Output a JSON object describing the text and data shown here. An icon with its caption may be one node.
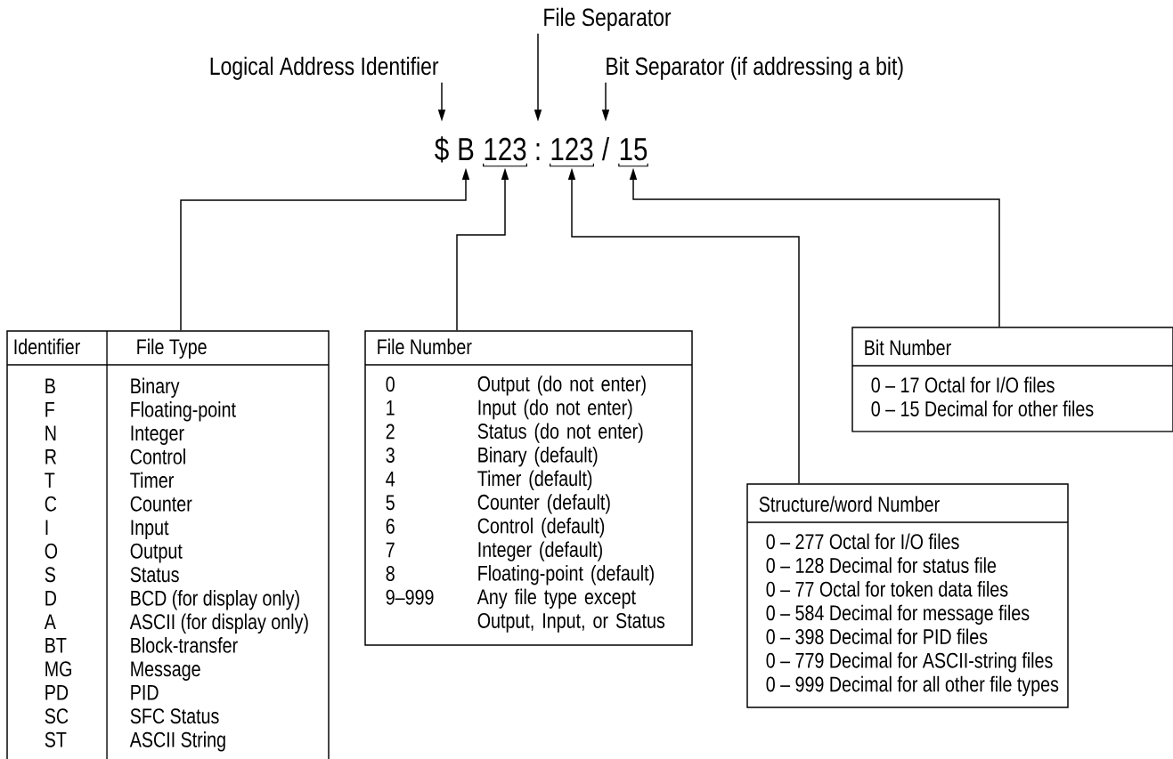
{
  "diagram": {
    "nodes": [
      {
        "text": [
          "Logical Address Identifier"
        ]
      },
      {
        "text": [
          "File Separator"
        ]
      },
      {
        "text": [
          "Bit Separator (if addressing a bit)"
        ]
      },
      {
        "text": [
          "$"
        ]
      },
      {
        "text": [
          "B"
        ]
      },
      {
        "text": [
          "123"
        ]
      },
      {
        "text": [
          ":"
        ]
      },
      {
        "text": [
          "123"
        ]
      },
      {
        "text": [
          "/"
        ]
      },
      {
        "text": [
          "15"
        ]
      },
      {
        "text": [
          "Identifier",
          "File Type",
          "B",
          "Binary",
          "F",
          "Floating-point",
          "N",
          "Integer",
          "R",
          "Control",
          "T",
          "Timer",
          "C",
          "Counter",
          "I",
          "Input",
          "O",
          "Output",
          "S",
          "Status",
          "D",
          "BCD (for display only)",
          "A",
          "ASCII (for display only)",
          "BT",
          "Block-transfer",
          "MG",
          "Message",
          "PD",
          "PID",
          "SC",
          "SFC Status",
          "ST",
          "ASCII String"
        ]
      },
      {
        "text": [
          "File Number",
          "0",
          "Output (do not enter)",
          "1",
          "Input (do not enter)",
          "2",
          "Status (do not enter)",
          "3",
          "Binary (default)",
          "4",
          "Timer (default)",
          "5",
          "Counter (default)",
          "6",
          "Control (default)",
          "7",
          "Integer (default)",
          "8",
          "Floating-point (default)",
          "9–999",
          "Any file type except Output, Input, or Status"
        ]
      },
      {
        "text": [
          "Structure/word Number",
          "0 – 277 Octal for I/O files",
          "0 – 128 Decimal for status file",
          "0 – 77 Octal for token data files",
          "0 – 584 Decimal for message files",
          "0 – 398 Decimal for PID files",
          "0 – 779 Decimal for ASCII-string files",
          "0 – 999 Decimal for all other file types"
        ]
      },
      {
        "text": [
          "Bit Number",
          "0 – 17 Octal for I/O files",
          "0 – 15 Decimal for other files"
        ]
      }
    ],
    "edges": [
      {
        "from": 0,
        "to": 3,
        "arrow": "to"
      },
      {
        "from": 1,
        "to": 6,
        "arrow": "to"
      },
      {
        "from": 2,
        "to": 8,
        "arrow": "to"
      },
      {
        "from": 10,
        "to": 4,
        "arrow": "to"
      },
      {
        "from": 11,
        "to": 5,
        "arrow": "to"
      },
      {
        "from": 12,
        "to": 7,
        "arrow": "to"
      },
      {
        "from": 13,
        "to": 9,
        "arrow": "to"
      }
    ]
  }
}
